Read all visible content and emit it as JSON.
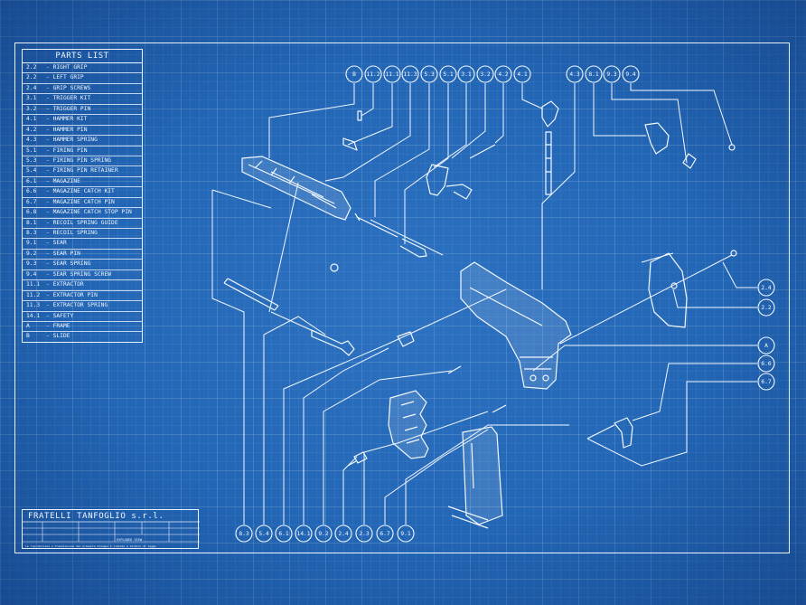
{
  "parts_list": {
    "title": "PARTS LIST",
    "items": [
      {
        "code": "2.2",
        "name": "- RIGHT GRIP"
      },
      {
        "code": "2.2",
        "name": "- LEFT GRIP"
      },
      {
        "code": "2.4",
        "name": "- GRIP SCREWS"
      },
      {
        "code": "3.1",
        "name": "- TRIGGER KIT"
      },
      {
        "code": "3.2",
        "name": "- TRIGGER PIN"
      },
      {
        "code": "4.1",
        "name": "- HAMMER KIT"
      },
      {
        "code": "4.2",
        "name": "- HAMMER PIN"
      },
      {
        "code": "4.3",
        "name": "- HAMMER SPRING"
      },
      {
        "code": "5.1",
        "name": "- FIRING PIN"
      },
      {
        "code": "5.3",
        "name": "- FIRING PIN SPRING"
      },
      {
        "code": "5.4",
        "name": "- FIRING PIN RETAINER"
      },
      {
        "code": "6.1",
        "name": "- MAGAZINE"
      },
      {
        "code": "6.6",
        "name": "- MAGAZINE CATCH KIT"
      },
      {
        "code": "6.7",
        "name": "- MAGAZINE CATCH PIN"
      },
      {
        "code": "6.8",
        "name": "- MAGAZINE CATCH STOP PIN"
      },
      {
        "code": "8.1",
        "name": "- RECOIL SPRING GUIDE"
      },
      {
        "code": "8.3",
        "name": "- RECOIL SPRING"
      },
      {
        "code": "9.1",
        "name": "- SEAR"
      },
      {
        "code": "9.2",
        "name": "- SEAR PIN"
      },
      {
        "code": "9.3",
        "name": "- SEAR SPRING"
      },
      {
        "code": "9.4",
        "name": "- SEAR SPRING SCREW"
      },
      {
        "code": "11.1",
        "name": "- EXTRACTOR"
      },
      {
        "code": "11.2",
        "name": "- EXTRACTOR PIN"
      },
      {
        "code": "11.3",
        "name": "- EXTRACTOR SPRING"
      },
      {
        "code": "14.1",
        "name": "- SAFETY"
      },
      {
        "code": "A",
        "name": "- FRAME"
      },
      {
        "code": "B",
        "name": "- SLIDE"
      }
    ]
  },
  "title_block": {
    "company": "FRATELLI TANFOGLIO s.r.l.",
    "view": "EXPLODED VIEW",
    "note": "La riproduzione e trasmissione del presente disegno è vietata a termini di legge"
  },
  "callouts": {
    "top": [
      "B",
      "11.2",
      "11.1",
      "11.3",
      "5.3",
      "5.1",
      "3.1",
      "3.2",
      "4.2",
      "4.1",
      "4.3",
      "8.1",
      "9.3",
      "9.4"
    ],
    "right": [
      "2.4",
      "2.2",
      "A",
      "6.6",
      "6.7"
    ],
    "bottom": [
      "8.3",
      "5.4",
      "6.1",
      "14.1",
      "9.2",
      "2.4",
      "2.3",
      "6.7",
      "9.1"
    ]
  },
  "colors": {
    "background": "#2266b5",
    "line": "#f2f7ff"
  }
}
